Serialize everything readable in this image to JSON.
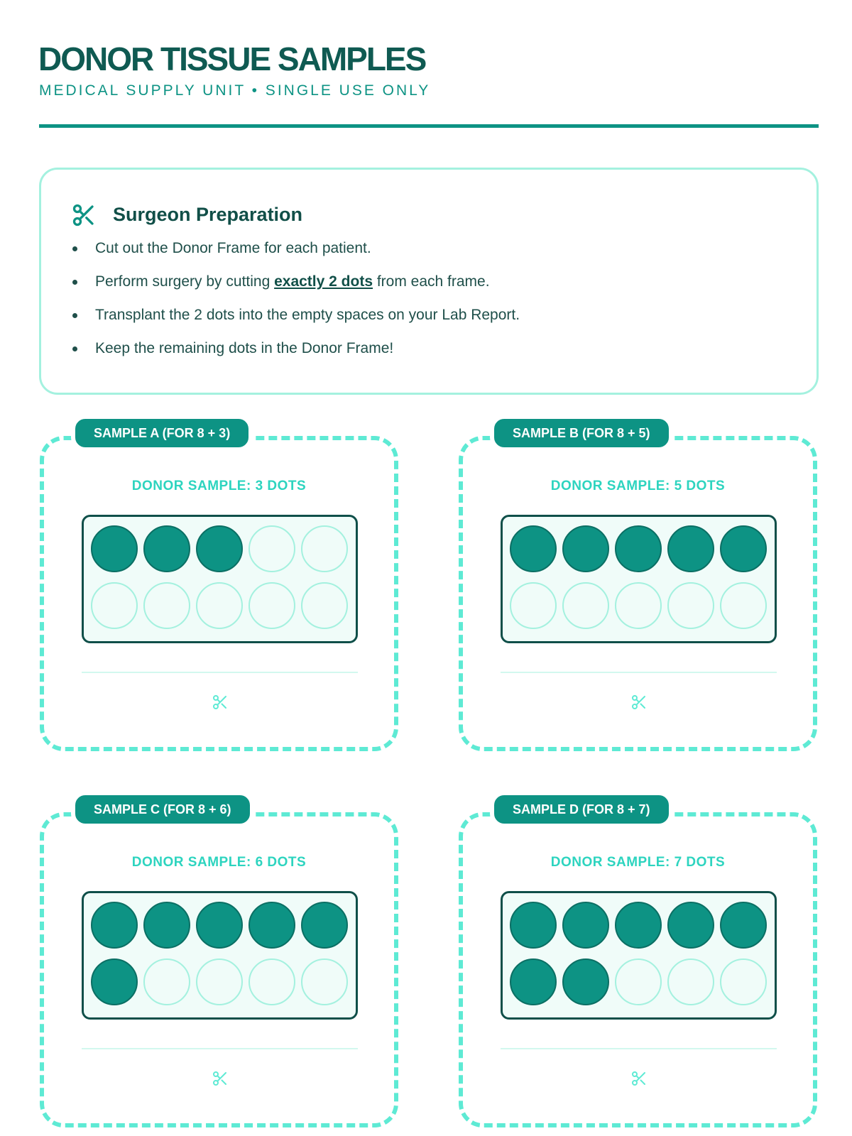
{
  "header": {
    "title": "DONOR TISSUE SAMPLES",
    "subtitle": "MEDICAL SUPPLY UNIT • SINGLE USE ONLY"
  },
  "instructions": {
    "heading": "Surgeon Preparation",
    "icon": "scissors-icon",
    "items": [
      {
        "text": "Cut out the Donor Frame for each patient."
      },
      {
        "pre": "Perform surgery by cutting ",
        "emph": "exactly 2 dots",
        "post": " from each frame."
      },
      {
        "text": "Transplant the 2 dots into the empty spaces on your Lab Report."
      },
      {
        "text": "Keep the remaining dots in the Donor Frame!"
      }
    ]
  },
  "samples": [
    {
      "label": "SAMPLE A (FOR 8 + 3)",
      "donor": "DONOR SAMPLE: 3 DOTS",
      "filled": 3,
      "total": 10
    },
    {
      "label": "SAMPLE B (FOR 8 + 5)",
      "donor": "DONOR SAMPLE: 5 DOTS",
      "filled": 5,
      "total": 10
    },
    {
      "label": "SAMPLE C (FOR 8 + 6)",
      "donor": "DONOR SAMPLE: 6 DOTS",
      "filled": 6,
      "total": 10
    },
    {
      "label": "SAMPLE D (FOR 8 + 7)",
      "donor": "DONOR SAMPLE: 7 DOTS",
      "filled": 7,
      "total": 10
    }
  ],
  "colors": {
    "dark": "#0f5a52",
    "teal": "#0d9384",
    "light": "#5eead4"
  }
}
